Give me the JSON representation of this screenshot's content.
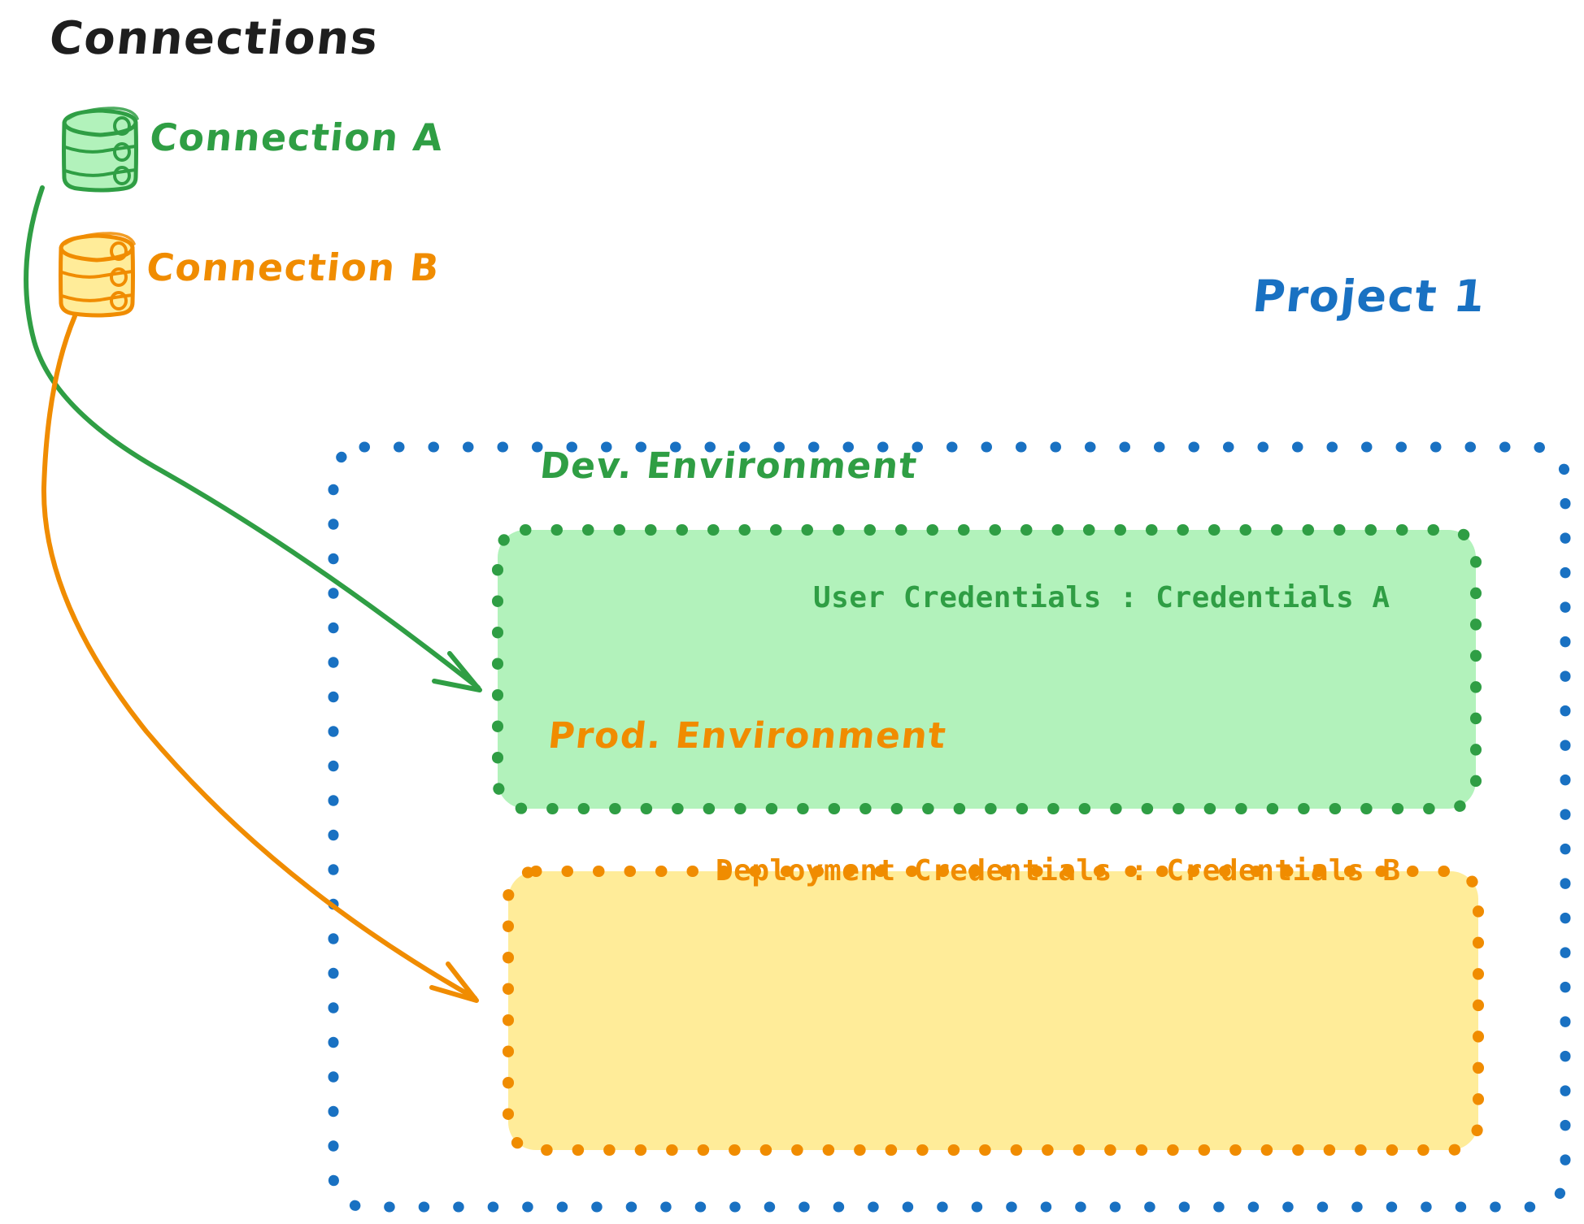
{
  "diagram": {
    "title": "Connections",
    "background_color": "#ffffff"
  },
  "connections": {
    "heading": "Connections",
    "items": [
      {
        "label": "Connection A",
        "icon": "database-cylinder-icon",
        "color": "#2f9e44",
        "fill": "#b2f2bb"
      },
      {
        "label": "Connection B",
        "icon": "database-cylinder-icon",
        "color": "#f08c00",
        "fill": "#ffec99"
      }
    ]
  },
  "project": {
    "label": "Project 1",
    "border_color": "#1971c2",
    "border_style": "dotted",
    "environments": [
      {
        "name": "Dev. Environment",
        "credential_label": "User Credentials",
        "credential_separator": ":",
        "credential_value": "Credentials A",
        "credential_line": "User Credentials : Credentials A",
        "border_color": "#2f9e44",
        "fill_color": "#b2f2bb",
        "text_color": "#2f9e44"
      },
      {
        "name": "Prod. Environment",
        "credential_label": "Deployment Credentials",
        "credential_separator": ":",
        "credential_value": "Credentials B",
        "credential_line": "Deployment Credentials : Credentials B",
        "border_color": "#f08c00",
        "fill_color": "#ffec99",
        "text_color": "#f08c00"
      }
    ]
  },
  "arrows": [
    {
      "name": "connection-a-to-dev-environment",
      "from": "Connection A",
      "to": "Dev. Environment",
      "color": "#2f9e44"
    },
    {
      "name": "connection-b-to-prod-environment",
      "from": "Connection B",
      "to": "Prod. Environment",
      "color": "#f08c00"
    }
  ]
}
